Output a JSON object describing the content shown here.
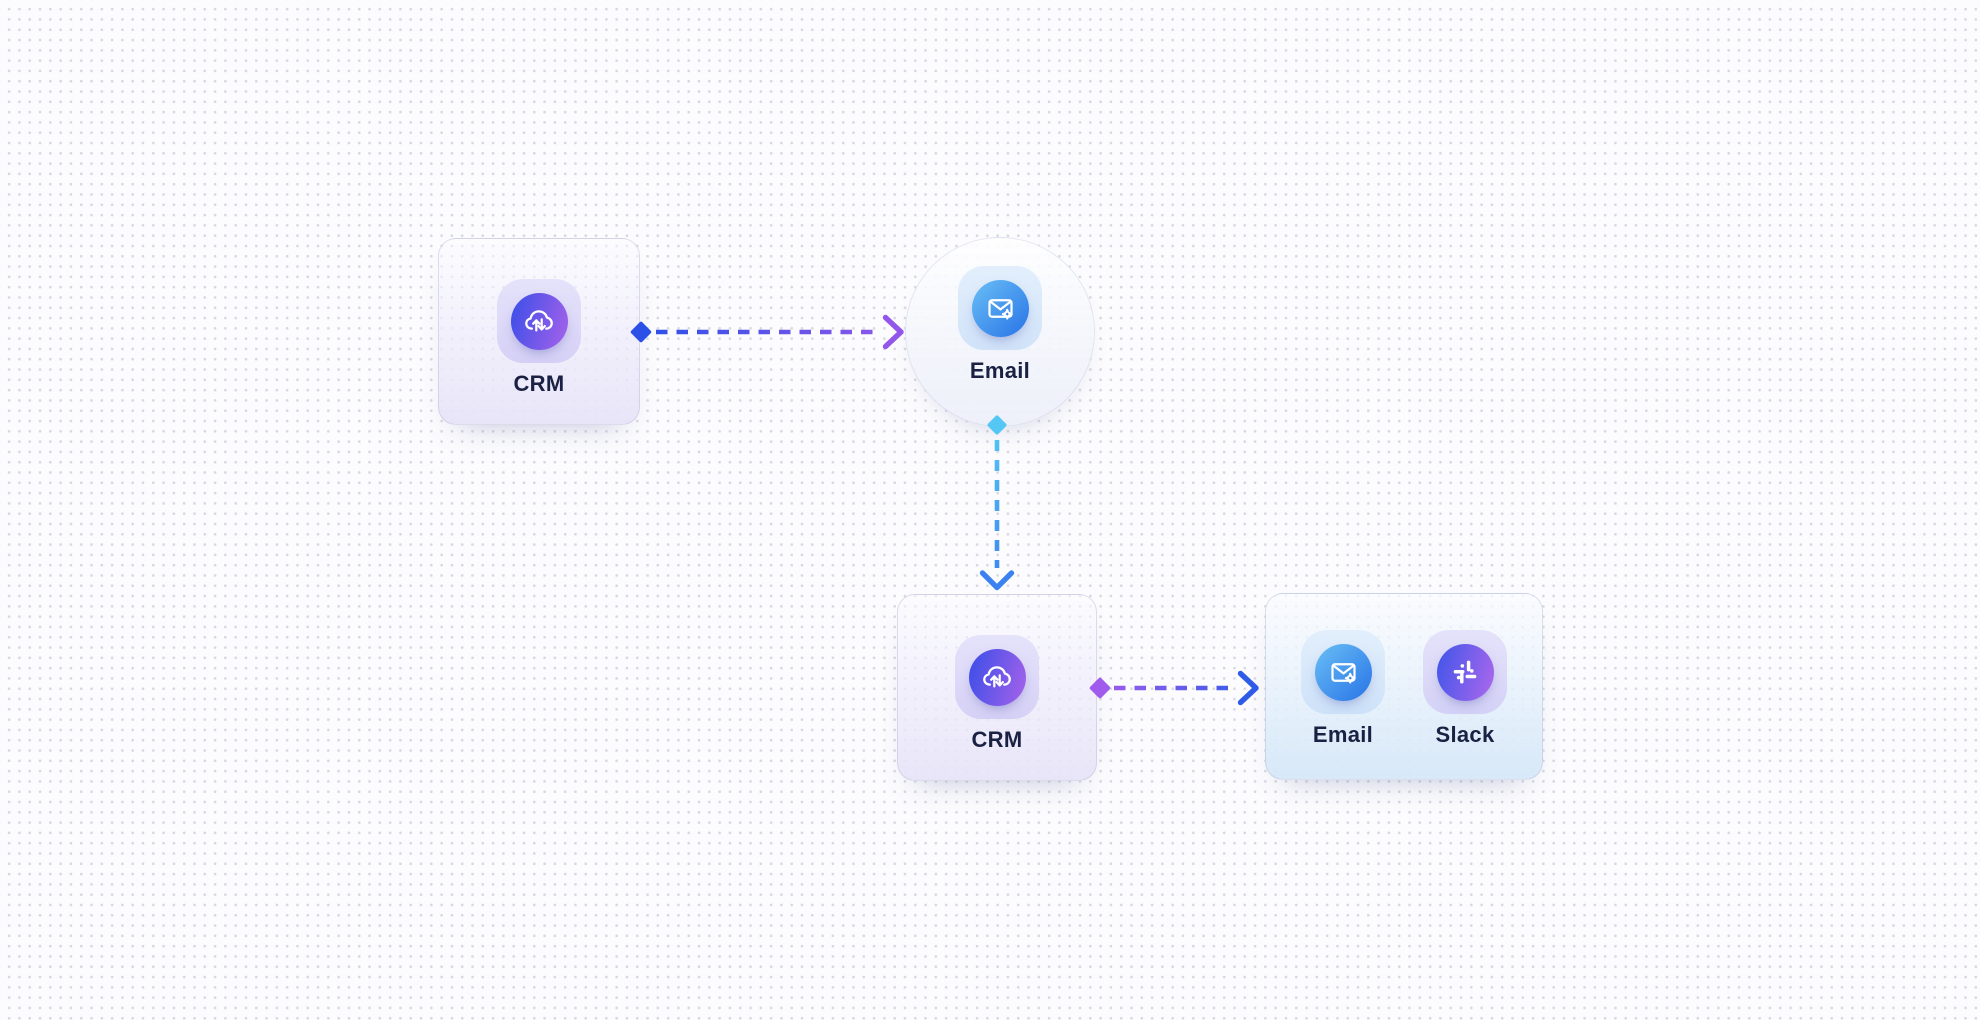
{
  "canvas": {
    "type": "workflow-diagram",
    "dot_grid_color": "#D8D9E0",
    "background": "#FCFCFE"
  },
  "nodes": {
    "crm_top": {
      "label": "CRM",
      "icon": "cloud-sync-icon",
      "shape": "rounded-card"
    },
    "email_mid": {
      "label": "Email",
      "icon": "email-sparkle-icon",
      "shape": "circle"
    },
    "crm_bottom": {
      "label": "CRM",
      "icon": "cloud-sync-icon",
      "shape": "rounded-card"
    },
    "integrations": {
      "shape": "rounded-card",
      "items": [
        {
          "label": "Email",
          "icon": "email-sparkle-icon"
        },
        {
          "label": "Slack",
          "icon": "slack-icon"
        }
      ]
    }
  },
  "edges": [
    {
      "from": "crm_top",
      "to": "email_mid",
      "direction": "right",
      "style": "dashed",
      "start_color": "#2B50E8",
      "end_color": "#9257EA"
    },
    {
      "from": "email_mid",
      "to": "crm_bottom",
      "direction": "down",
      "style": "dashed",
      "start_color": "#55C7F5",
      "end_color": "#3B82F0"
    },
    {
      "from": "crm_bottom",
      "to": "integrations",
      "direction": "right",
      "style": "dashed",
      "start_color": "#A05BEC",
      "end_color": "#2F5BE9"
    }
  ],
  "colors": {
    "label_text": "#1B2142",
    "crm_icon_gradient": [
      "#4450E8",
      "#9C60EA"
    ],
    "email_icon_gradient": [
      "#66BBF5",
      "#2B77E7"
    ],
    "slack_icon_gradient": [
      "#4A57EA",
      "#A266EC"
    ]
  }
}
